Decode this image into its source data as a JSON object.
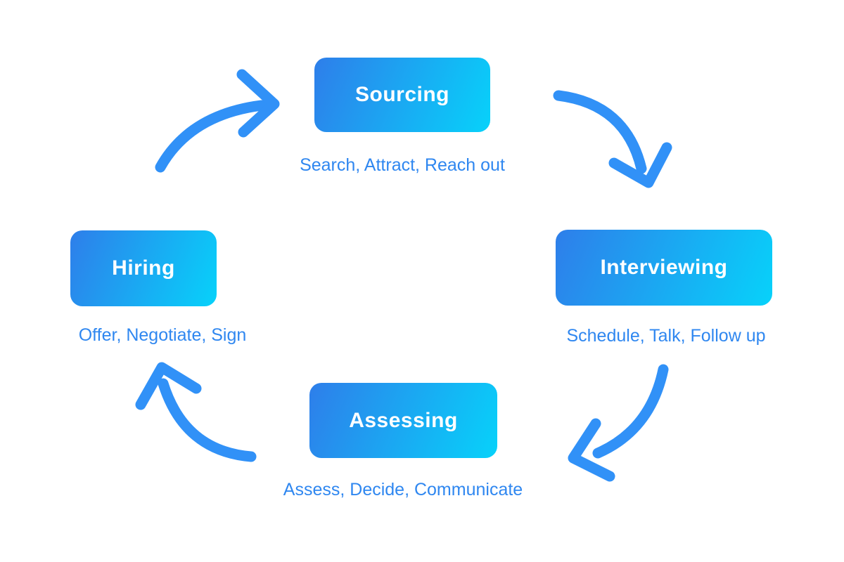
{
  "diagram": {
    "type": "cycle",
    "cycle_order": [
      "Sourcing",
      "Interviewing",
      "Assessing",
      "Hiring"
    ]
  },
  "stages": [
    {
      "label": "Sourcing",
      "subtitle": "Search, Attract, Reach out"
    },
    {
      "label": "Interviewing",
      "subtitle": "Schedule, Talk, Follow up"
    },
    {
      "label": "Assessing",
      "subtitle": "Assess, Decide, Communicate"
    },
    {
      "label": "Hiring",
      "subtitle": "Offer, Negotiate, Sign"
    }
  ],
  "colors": {
    "background": "#ffffff",
    "stage_gradient_start": "#2e7eea",
    "stage_gradient_end": "#07d2fa",
    "stage_label_text": "#ffffff",
    "subtitle_text": "#2f87f0",
    "arrow": "#3191f7"
  }
}
